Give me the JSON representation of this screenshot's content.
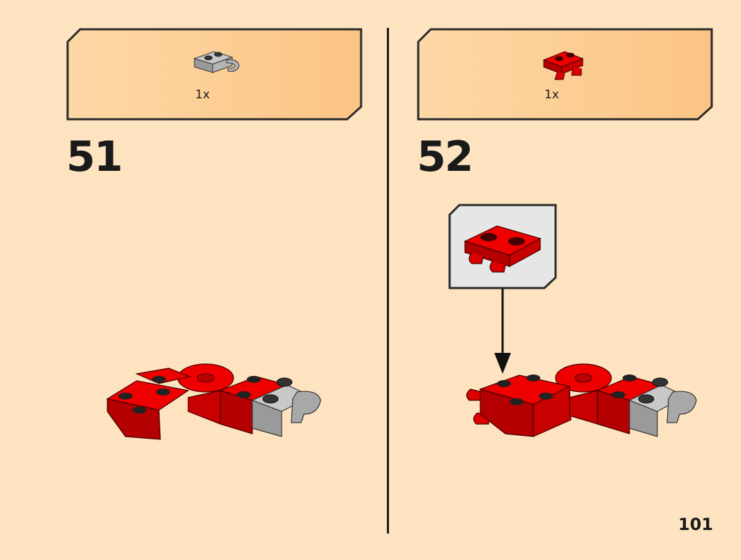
{
  "steps": [
    {
      "number": "51",
      "parts": [
        {
          "quantity": "1x",
          "color": "#a3a3a3",
          "piece": "grey-plate-clip"
        }
      ]
    },
    {
      "number": "52",
      "parts": [
        {
          "quantity": "1x",
          "color": "#d90000",
          "piece": "red-plate-clips"
        }
      ]
    }
  ],
  "page_number": "101",
  "colors": {
    "background": "#fde3c0",
    "parts_box": "#fcc98b",
    "brick_red": "#d90000",
    "brick_grey": "#a3a3a3",
    "callout_bg": "#e6e6e6"
  }
}
